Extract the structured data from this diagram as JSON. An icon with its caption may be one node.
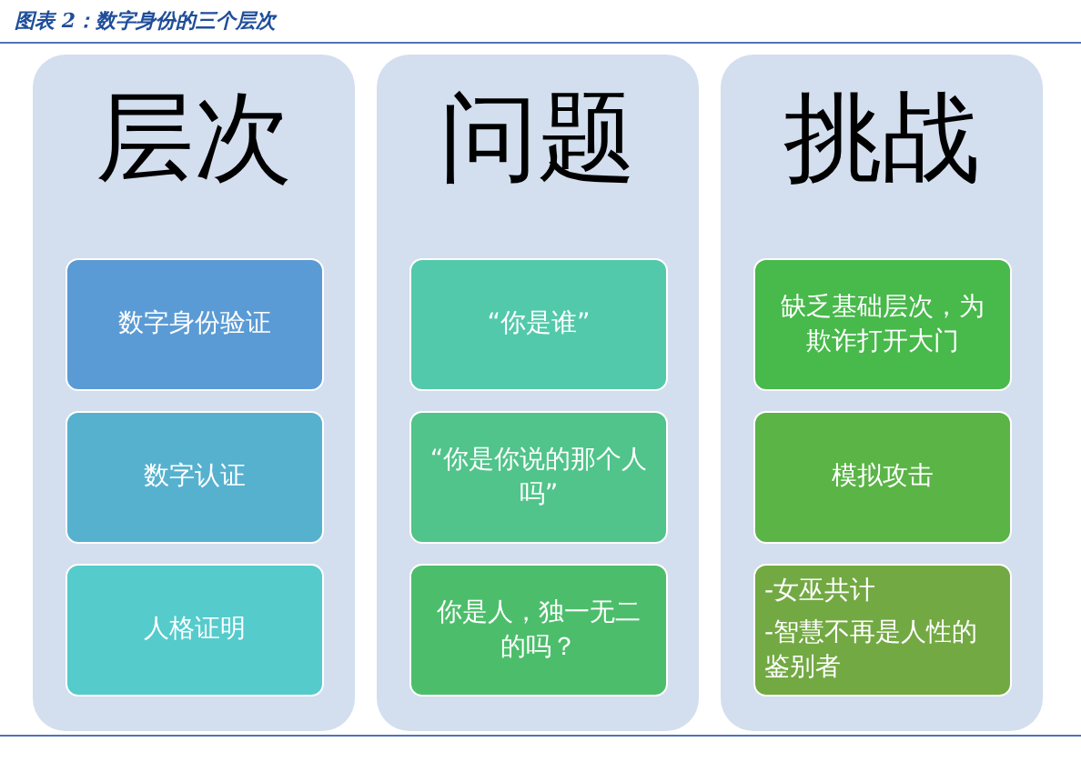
{
  "diagram": {
    "title": "图表 2：数字身份的三个层次",
    "nodes": [
      {
        "text": [
          "层次"
        ]
      },
      {
        "text": [
          "数字身份验证"
        ],
        "in": 0
      },
      {
        "text": [
          "数字认证"
        ],
        "in": 0
      },
      {
        "text": [
          "人格证明"
        ],
        "in": 0
      },
      {
        "text": [
          "问题"
        ]
      },
      {
        "text": [
          "“你是谁”"
        ],
        "in": 4
      },
      {
        "text": [
          "“你是你说的那个人吗”"
        ],
        "in": 4
      },
      {
        "text": [
          "你是人，独一无二的吗？"
        ],
        "in": 4
      },
      {
        "text": [
          "挑战"
        ]
      },
      {
        "text": [
          "缺乏基础层次，为欺诈打开大门"
        ],
        "in": 8
      },
      {
        "text": [
          "模拟攻击"
        ],
        "in": 8
      },
      {
        "text": [
          "-女巫共计",
          "-智慧不再是人性的鉴别者"
        ],
        "in": 8
      }
    ],
    "edges": []
  }
}
